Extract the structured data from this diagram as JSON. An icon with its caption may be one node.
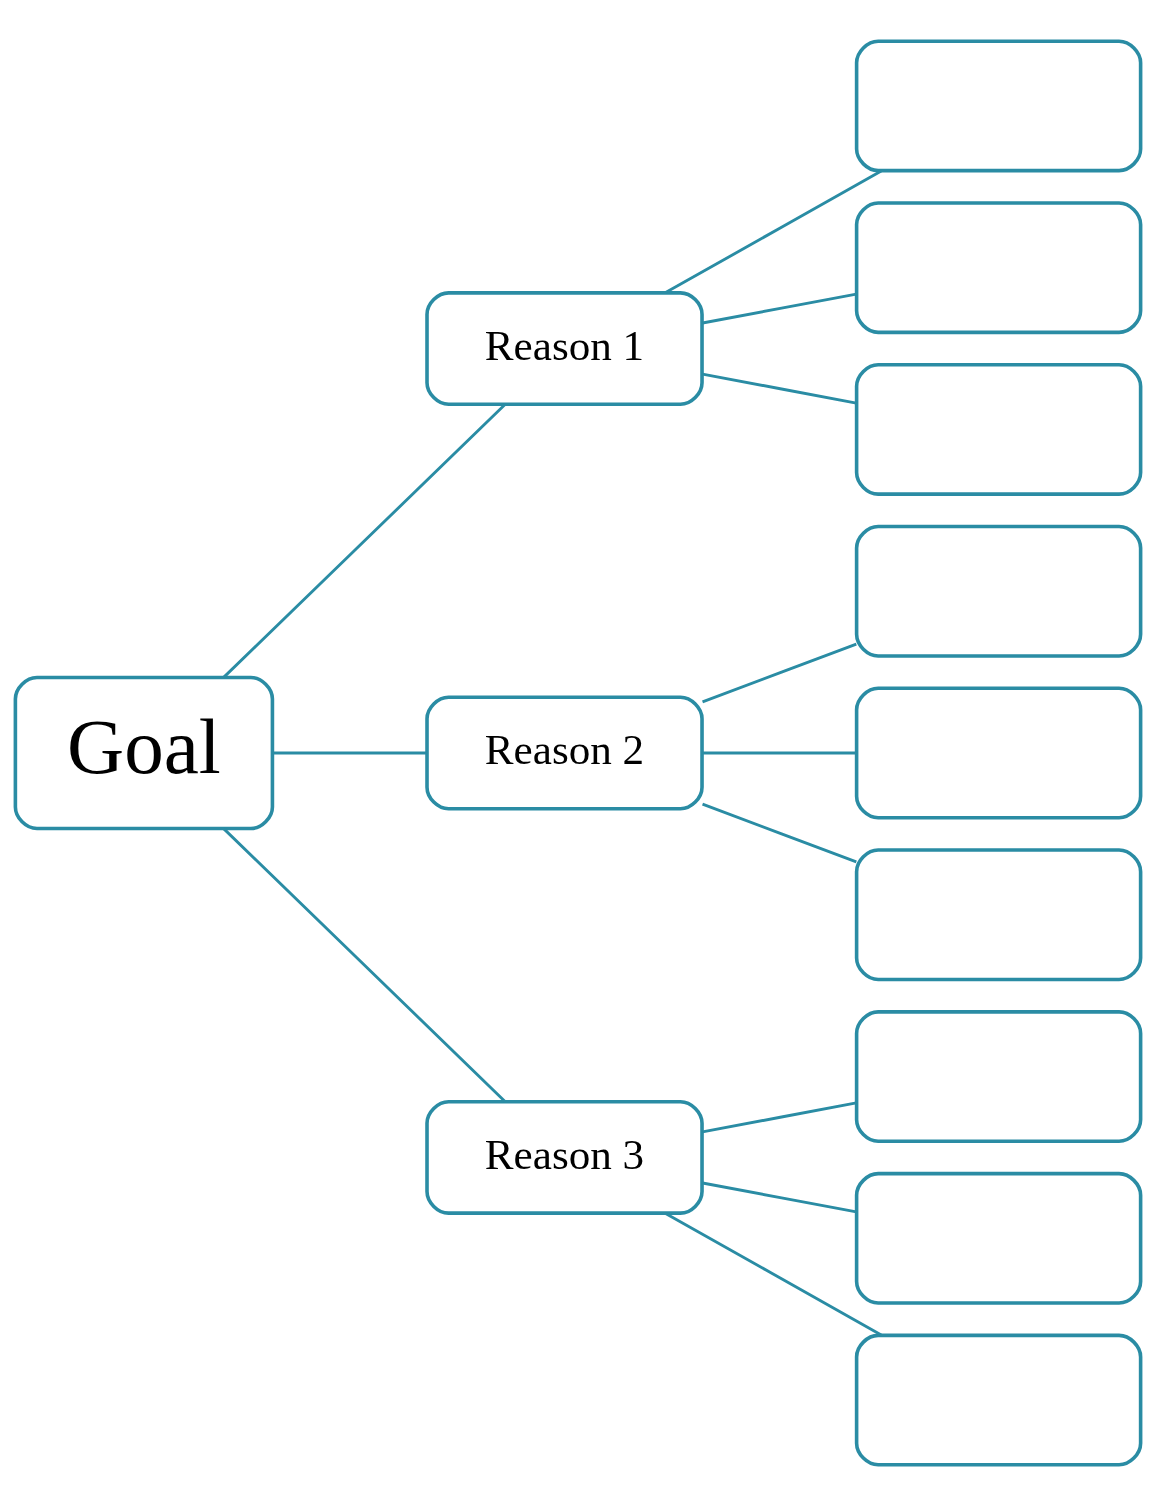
{
  "diagram": {
    "nodes": [
      {
        "text": [
          "Goal"
        ]
      },
      {
        "text": [
          "Reason 1"
        ]
      },
      {
        "text": [
          "Reason 2"
        ]
      },
      {
        "text": [
          "Reason 3"
        ]
      },
      {
        "text": [],
        "shape": "box"
      },
      {
        "text": [],
        "shape": "box"
      },
      {
        "text": [],
        "shape": "box"
      },
      {
        "text": [],
        "shape": "box"
      },
      {
        "text": [],
        "shape": "box"
      },
      {
        "text": [],
        "shape": "box"
      },
      {
        "text": [],
        "shape": "box"
      },
      {
        "text": [],
        "shape": "box"
      },
      {
        "text": [],
        "shape": "box"
      }
    ],
    "edges": [
      {
        "from": 0,
        "to": 1,
        "arrow": "none"
      },
      {
        "from": 0,
        "to": 2,
        "arrow": "none"
      },
      {
        "from": 0,
        "to": 3,
        "arrow": "none"
      },
      {
        "from": 1,
        "to": 4,
        "arrow": "none"
      },
      {
        "from": 1,
        "to": 5,
        "arrow": "none"
      },
      {
        "from": 1,
        "to": 6,
        "arrow": "none"
      },
      {
        "from": 2,
        "to": 7,
        "arrow": "none"
      },
      {
        "from": 2,
        "to": 8,
        "arrow": "none"
      },
      {
        "from": 2,
        "to": 9,
        "arrow": "none"
      },
      {
        "from": 3,
        "to": 10,
        "arrow": "none"
      },
      {
        "from": 3,
        "to": 11,
        "arrow": "none"
      },
      {
        "from": 3,
        "to": 12,
        "arrow": "none"
      }
    ]
  }
}
